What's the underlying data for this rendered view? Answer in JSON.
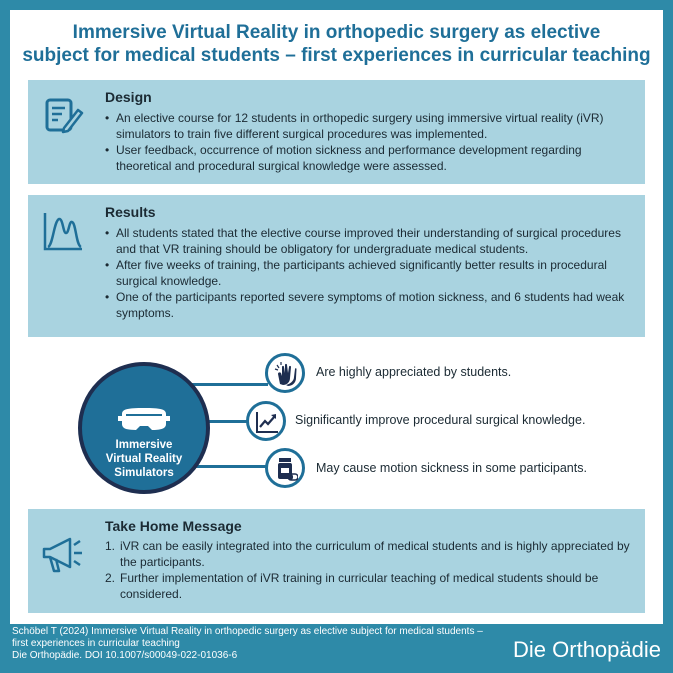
{
  "title_line1": "Immersive Virtual Reality in orthopedic surgery as elective",
  "title_line2": "subject for medical students – first experiences in curricular teaching",
  "design": {
    "heading": "Design",
    "icon": "document-edit-icon",
    "bullets": [
      "An elective course for 12 students in orthopedic surgery using immersive virtual reality (iVR) simulators to train five different surgical procedures was implemented.",
      "User feedback, occurrence of motion sickness and performance development regarding theoretical and procedural surgical knowledge were assessed."
    ]
  },
  "results": {
    "heading": "Results",
    "icon": "distribution-chart-icon",
    "bullets": [
      "All students stated that the elective course improved their understanding of surgical procedures and that VR training should be obligatory for undergraduate medical students.",
      "After five weeks of training, the participants achieved significantly better results in procedural surgical knowledge.",
      "One of the participants reported severe symptoms of motion sickness, and 6 students had weak symptoms."
    ]
  },
  "center": {
    "label_line1": "Immersive",
    "label_line2": "Virtual Reality",
    "label_line3": "Simulators",
    "icon": "vr-headset-icon"
  },
  "benefits": [
    {
      "icon": "applause-icon",
      "text": "Are highly appreciated by students."
    },
    {
      "icon": "trend-up-chart-icon",
      "text": "Significantly improve procedural surgical knowledge."
    },
    {
      "icon": "medicine-icon",
      "text": "May cause motion sickness in some participants."
    }
  ],
  "take_home": {
    "heading": "Take Home Message",
    "icon": "megaphone-icon",
    "items": [
      {
        "num": "1.",
        "text": "iVR can be easily integrated into the curriculum of medical students and is highly appreciated by the participants."
      },
      {
        "num": "2.",
        "text": "Further implementation of iVR training in curricular teaching of medical students should be considered."
      }
    ]
  },
  "citation": {
    "line1": "Schöbel T (2024) Immersive Virtual Reality in orthopedic surgery as elective subject for medical students –",
    "line2": "first experiences in curricular teaching",
    "line3": "Die Orthopädie. DOI 10.1007/s00049-022-01036-6"
  },
  "brand": "Die Orthopädie",
  "colors": {
    "accent": "#1f6f98",
    "panel": "#a9d3e0",
    "background": "#2e8aa8",
    "dark": "#1e2e50"
  }
}
